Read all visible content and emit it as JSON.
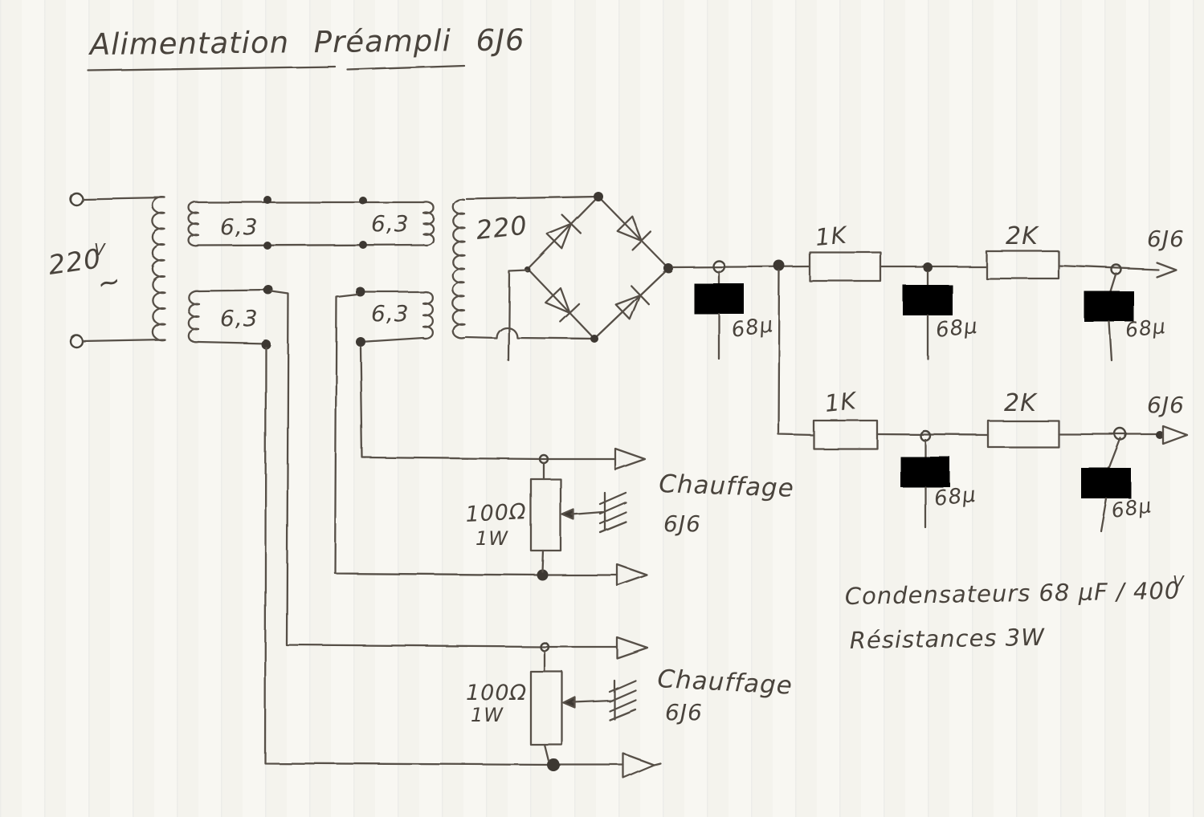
{
  "title": "Alimentation Préampli 6J6",
  "transformer": {
    "primary_voltage": "220",
    "primary_unit": "V",
    "ac_symbol": "~",
    "heater_windings": [
      "6,3",
      "6,3",
      "6,3",
      "6,3"
    ],
    "hv_winding": "220"
  },
  "supply_rows": [
    {
      "r_first": "1K",
      "r_second": "2K",
      "output": "6J6"
    },
    {
      "r_first": "1K",
      "r_second": "2K",
      "output": "6J6"
    }
  ],
  "capacitors": [
    "68µ",
    "68µ",
    "68µ",
    "68µ",
    "68µ"
  ],
  "heaters": [
    {
      "pot_value": "100Ω",
      "pot_power": "1W",
      "label": "Chauffage",
      "tube": "6J6"
    },
    {
      "pot_value": "100Ω",
      "pot_power": "1W",
      "label": "Chauffage",
      "tube": "6J6"
    }
  ],
  "notes": {
    "capacitors_note": "Condensateurs 68 µF / 400",
    "capacitors_note_sup": "V",
    "resistors_note": "Résistances 3W"
  }
}
